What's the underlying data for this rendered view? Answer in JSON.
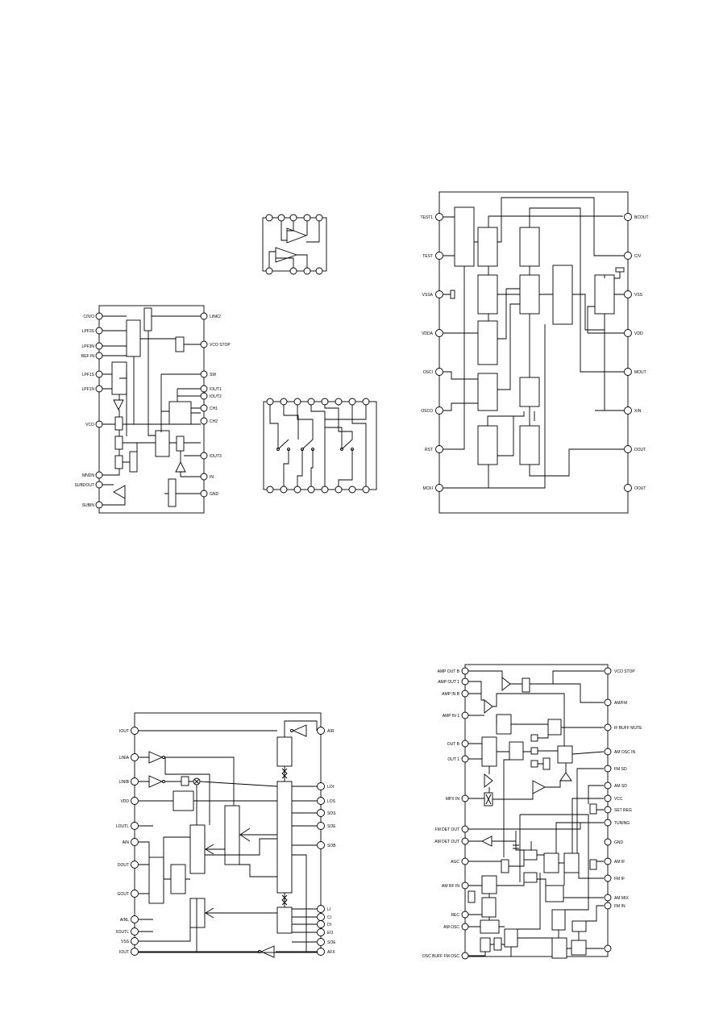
{
  "diagrams": {
    "a": {
      "left_pins": [
        "C/IVO",
        "LPF3S",
        "LPF3N",
        "REF IN",
        "LPF1S",
        "LPF1N",
        "VCO",
        "MNDN",
        "SUBDOUT",
        "SUBIN"
      ],
      "right_pins": [
        "LINK2",
        "VCO STOP",
        "SW",
        "IOUT1",
        "IOUT2",
        "CH1",
        "CH2",
        "IOUT3",
        "IN",
        "GND"
      ]
    },
    "b": {
      "left_pins": [
        "TEST1",
        "TEST",
        "VSSA",
        "VDDA",
        "OSCI",
        "OSCO",
        "RST",
        "MCKI"
      ],
      "right_pins": [
        "BCOUT",
        "C/V",
        "VSS",
        "VDD",
        "MOUT",
        "XIN",
        "DOUT",
        "OOUT"
      ]
    },
    "c": {
      "left_pins": [
        "IOUT",
        "LINIA",
        "LINIB",
        "VDD",
        "LOUTL",
        "AIN",
        "DOUT",
        "GOUT",
        "AINL",
        "XOUTL",
        "VSS",
        "IOUT"
      ],
      "right_pins": [
        "AIR",
        "LOI",
        "LOS",
        "SOS",
        "SOE",
        "SOB",
        "LI",
        "CI",
        "DI",
        "EO",
        "SOE",
        "AFX"
      ]
    },
    "d": {
      "left_pins": [
        "AMP OUT B",
        "AMP OUT 1",
        "AMP IN B",
        "AMP IN 1",
        "OUT B",
        "OUT 1",
        "MPX IN",
        "FM DET OUT",
        "AM DET OUT",
        "AGC",
        "AM RF IN",
        "REC",
        "AM OSC",
        "OSC BUFF FM OSC"
      ],
      "right_pins": [
        "VCO STOP",
        "AM/FM",
        "IF BUFF MUTE",
        "AM OSC IN",
        "FM SD",
        "AM SD",
        "VCC",
        "SET REG",
        "TUNING",
        "GND",
        "AM IF",
        "FM IF",
        "AM MIX",
        "FM IN"
      ]
    }
  }
}
